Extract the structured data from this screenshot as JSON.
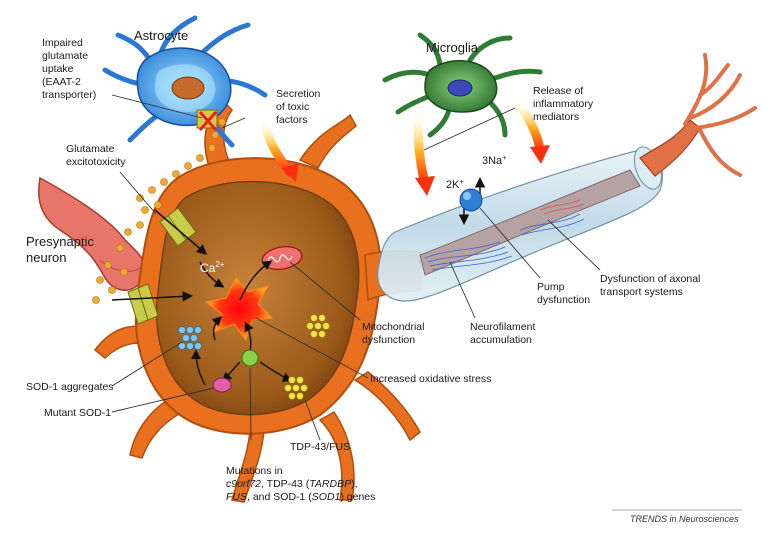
{
  "labels": {
    "astrocyte": "Astrocyte",
    "microglia": "Microglia",
    "impaired_glutamate": [
      "Impaired",
      "glutamate",
      "uptake",
      "(EAAT-2",
      "transporter)"
    ],
    "secretion_toxic": [
      "Secretion",
      "of toxic",
      "factors"
    ],
    "release_inflammatory": [
      "Release of",
      "inflammatory",
      "mediators"
    ],
    "glutamate_excitotoxicity": [
      "Glutamate",
      "excitotoxicity"
    ],
    "presynaptic_neuron": [
      "Presynaptic",
      "neuron"
    ],
    "calcium": "Ca",
    "calcium_sup": "2+",
    "potassium": "2K",
    "potassium_sup": "+",
    "sodium": "3Na",
    "sodium_sup": "+",
    "mitochondrial_dysfunction": [
      "Mitochondrial",
      "dysfunction"
    ],
    "neurofilament_accumulation": [
      "Neurofilament",
      "accumulation"
    ],
    "pump_dysfunction": [
      "Pump",
      "dysfunction"
    ],
    "axonal_transport": [
      "Dysfunction of axonal",
      "transport systems"
    ],
    "increased_oxidative_stress": "Increased oxidative stress",
    "sod1_aggregates": "SOD-1 aggregates",
    "mutant_sod1": "Mutant SOD-1",
    "tdp43_fus": "TDP-43/FUS",
    "mutations": {
      "line1": "Mutations in",
      "line2_gene1": "c9orf72",
      "line2_mid": ", TDP-43 (",
      "line2_gene2": "TARDBP",
      "line2_end": "),",
      "line3_gene": "FUS",
      "line3_mid": ", and SOD-1 (",
      "line3_gene2": "SOD1",
      "line3_end": ") genes"
    },
    "source": "TRENDS in Neurosciences"
  },
  "colors": {
    "neuron_orange": "#e8701e",
    "neuron_inner": "#a5651f",
    "astrocyte_blue": "#2b78d4",
    "microglia_green": "#2e7d32",
    "axon_sleeve": "#cfe3ee",
    "oxidative_red": "#ff2a1a",
    "arrow_gradient_start": "#fff2a0",
    "arrow_gradient_end": "#ff3d10"
  }
}
